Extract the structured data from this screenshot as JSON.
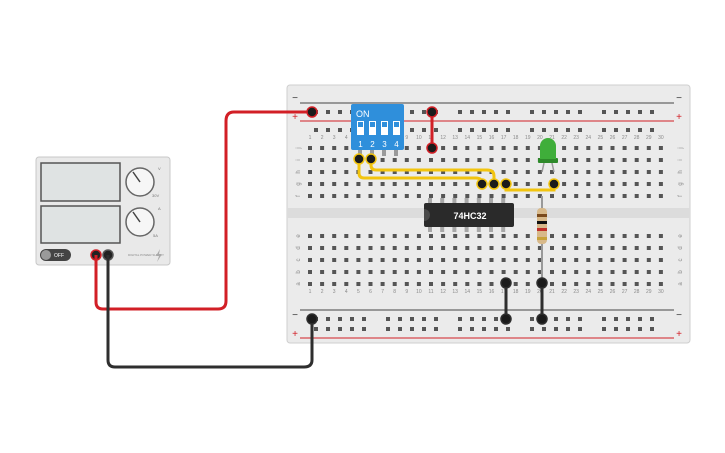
{
  "power_supply": {
    "voltage_max": "30V",
    "current_max": "5A",
    "voltage_symbol": "V",
    "current_symbol": "A",
    "switch_label": "OFF",
    "switch_state": "off",
    "brand": "DIGITAL POWER SUPPLY"
  },
  "dip_switch": {
    "on_label": "ON",
    "positions": [
      "1",
      "2",
      "3",
      "4"
    ]
  },
  "chip": {
    "label": "74HC32"
  },
  "breadboard": {
    "column_numbers": [
      "1",
      "2",
      "3",
      "4",
      "5",
      "6",
      "7",
      "8",
      "9",
      "10",
      "11",
      "12",
      "13",
      "14",
      "15",
      "16",
      "17",
      "18",
      "19",
      "20",
      "21",
      "22",
      "23",
      "24",
      "25",
      "26",
      "27",
      "28",
      "29",
      "30"
    ],
    "top_row_letters": [
      "j",
      "i",
      "h",
      "g",
      "f"
    ],
    "bottom_row_letters": [
      "e",
      "d",
      "c",
      "b",
      "a"
    ],
    "rail_plus": "+",
    "rail_minus": "−"
  },
  "led": {
    "color": "green"
  },
  "colors": {
    "wire_red": "#d21f26",
    "wire_black": "#2e2e2e",
    "wire_yellow": "#f2c40f",
    "dip_blue": "#2f8fdb",
    "led_green": "#3fae3a",
    "chip_body": "#2a2a2a"
  }
}
